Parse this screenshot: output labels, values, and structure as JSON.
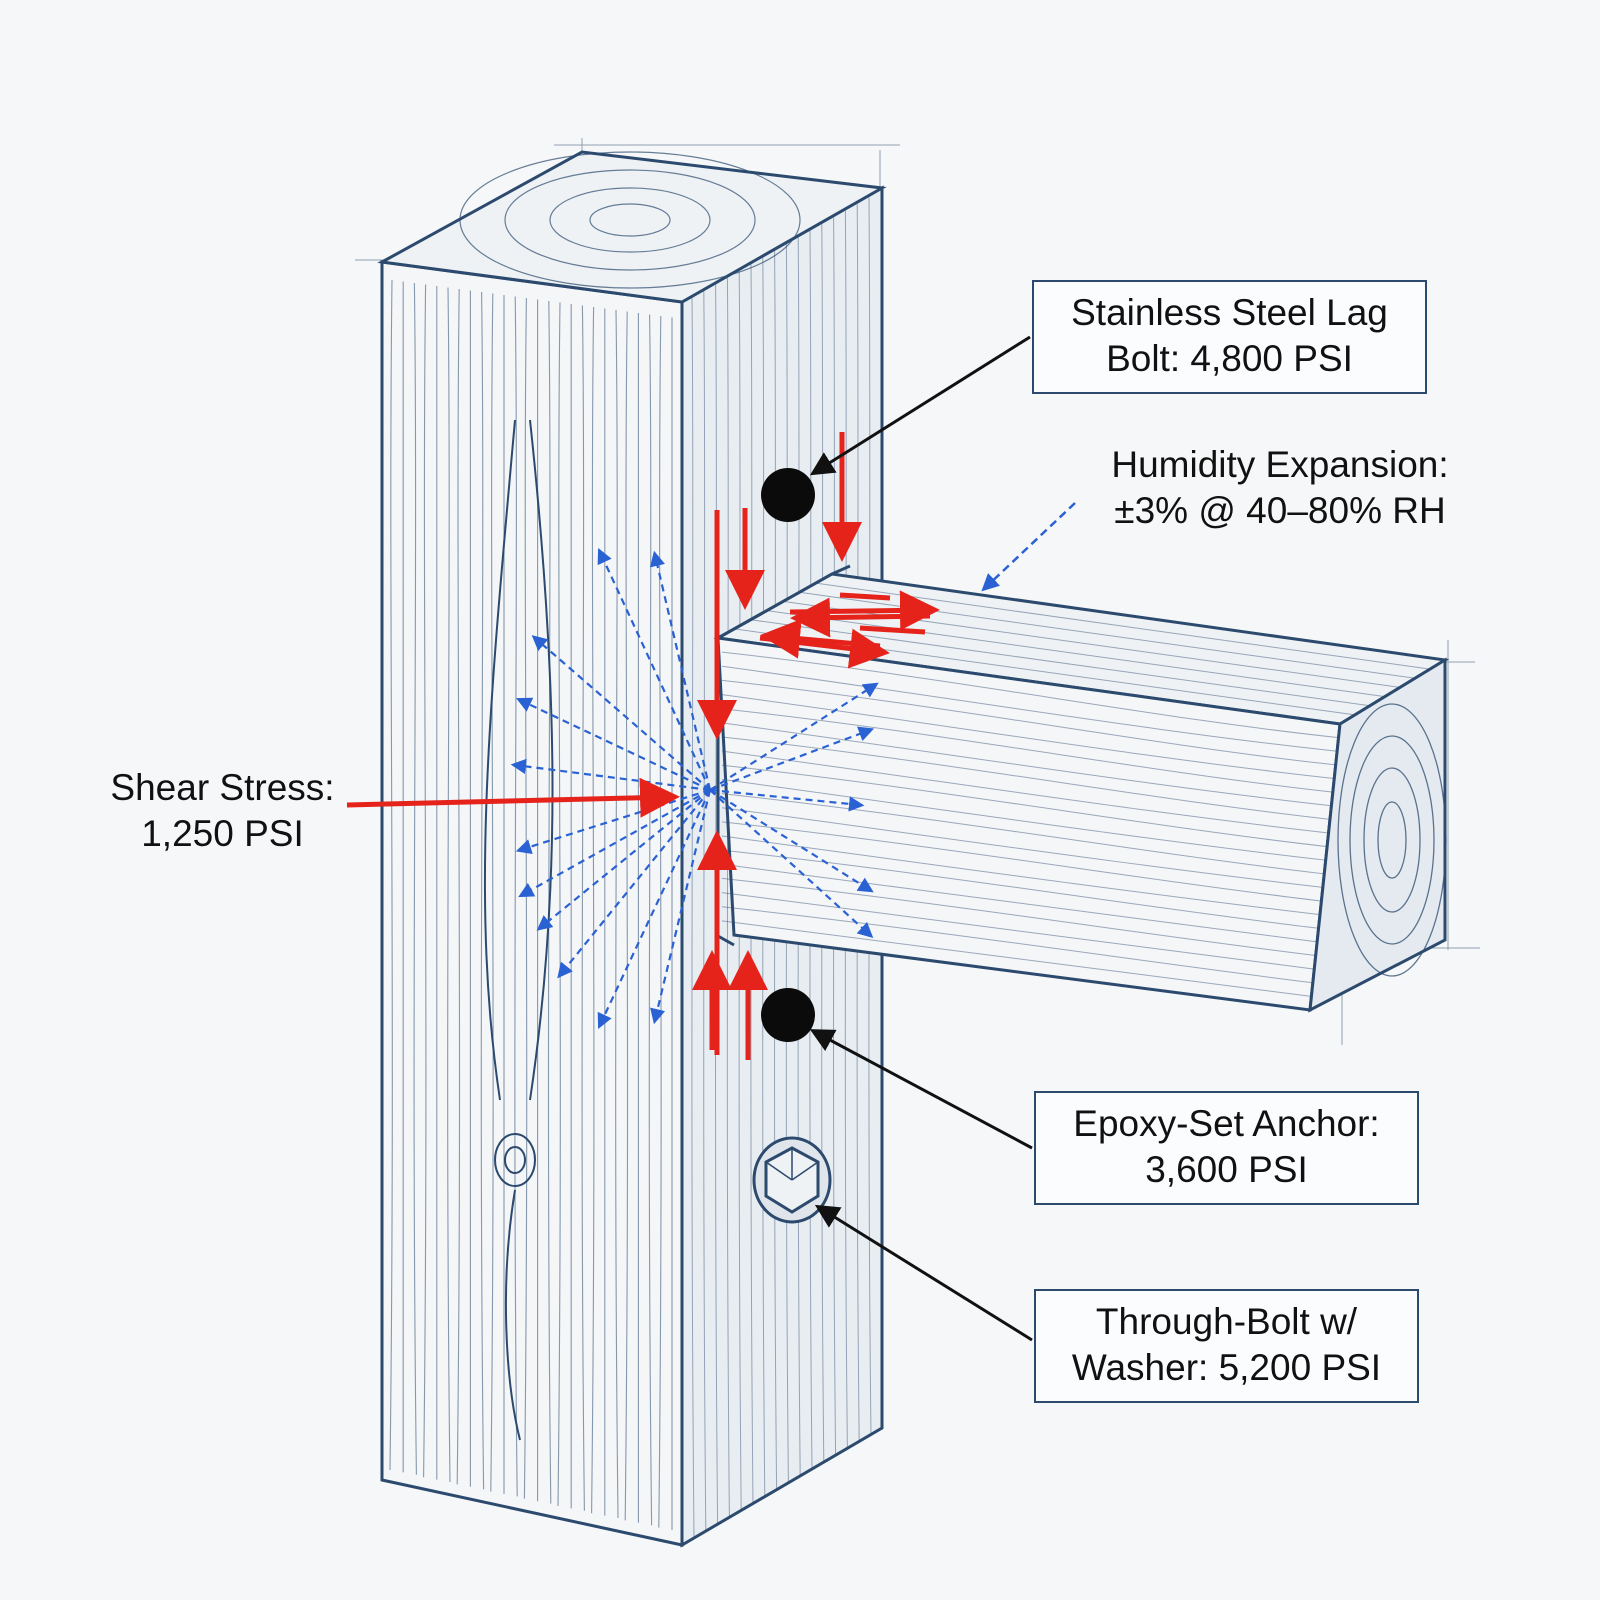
{
  "labels": {
    "lag_bolt": {
      "line1": "Stainless Steel Lag",
      "line2": "Bolt: 4,800 PSI"
    },
    "humidity": {
      "line1": "Humidity Expansion:",
      "line2": "±3% @ 40–80% RH"
    },
    "shear": {
      "line1": "Shear Stress:",
      "line2": "1,250 PSI"
    },
    "epoxy": {
      "line1": "Epoxy-Set Anchor:",
      "line2": "3,600 PSI"
    },
    "through_bolt": {
      "line1": "Through-Bolt w/",
      "line2": "Washer: 5,200 PSI"
    }
  },
  "colors": {
    "ink": "#2c4a6e",
    "stress_red": "#e5231b",
    "flow_blue": "#2a62d4",
    "leader": "#111111",
    "background": "#f6f7f8"
  },
  "icons": [
    "lag-bolt-hole-icon",
    "epoxy-anchor-hole-icon",
    "hex-bolt-washer-icon"
  ]
}
